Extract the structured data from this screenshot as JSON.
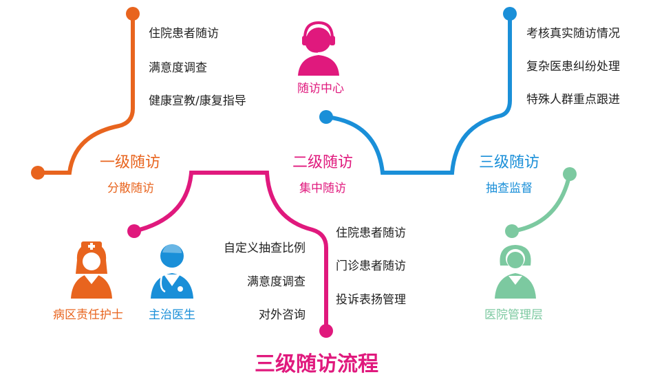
{
  "colors": {
    "orange": "#e8641e",
    "magenta": "#e0197d",
    "blue": "#1a8fd8",
    "green": "#7cc9a0",
    "text": "#222222"
  },
  "title": "三级随访流程",
  "level1": {
    "heading": "一级随访",
    "subheading": "分散随访",
    "items": [
      "住院患者随访",
      "满意度调查",
      "健康宣教/康复指导"
    ],
    "roles": [
      "病区责任护士",
      "主治医生"
    ]
  },
  "level2": {
    "heading": "二级随访",
    "subheading": "集中随访",
    "center_label": "随访中心",
    "items_left": [
      "自定义抽查比例",
      "满意度调查",
      "对外咨询"
    ],
    "items_right": [
      "住院患者随访",
      "门诊患者随访",
      "投诉表扬管理"
    ]
  },
  "level3": {
    "heading": "三级随访",
    "subheading": "抽查监督",
    "items": [
      "考核真实随访情况",
      "复杂医患纠纷处理",
      "特殊人群重点跟进"
    ],
    "role": "医院管理层"
  },
  "icons": {
    "nurse": "nurse-icon",
    "doctor": "doctor-icon",
    "call_center": "headset-agent-icon",
    "admin": "administrator-icon"
  }
}
